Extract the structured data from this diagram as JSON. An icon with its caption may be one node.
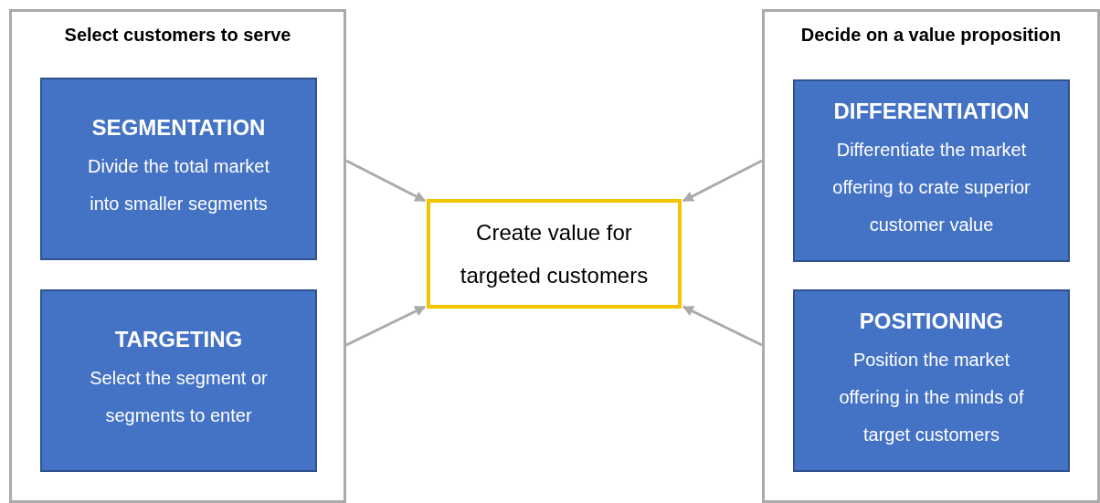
{
  "diagram": {
    "nodes": [
      {
        "text": [
          "Select customers to serve"
        ]
      },
      {
        "text": [
          "SEGMENTATION",
          "Divide the total market into smaller segments"
        ],
        "in": 0
      },
      {
        "text": [
          "TARGETING",
          "Select the segment or segments to enter"
        ],
        "in": 0
      },
      {
        "text": [
          "Decide on a value proposition"
        ]
      },
      {
        "text": [
          "DIFFERENTIATION",
          "Differentiate the market offering to crate superior customer value"
        ],
        "in": 3
      },
      {
        "text": [
          "POSITIONING",
          "Position the market offering in the minds of target customers"
        ],
        "in": 3
      },
      {
        "text": [
          "Create value for targeted customers"
        ]
      }
    ],
    "edges": [
      {
        "from": 0,
        "to": 6,
        "arrow": "to"
      },
      {
        "from": 0,
        "to": 6,
        "arrow": "to"
      },
      {
        "from": 3,
        "to": 6,
        "arrow": "to"
      },
      {
        "from": 3,
        "to": 6,
        "arrow": "to"
      }
    ]
  }
}
